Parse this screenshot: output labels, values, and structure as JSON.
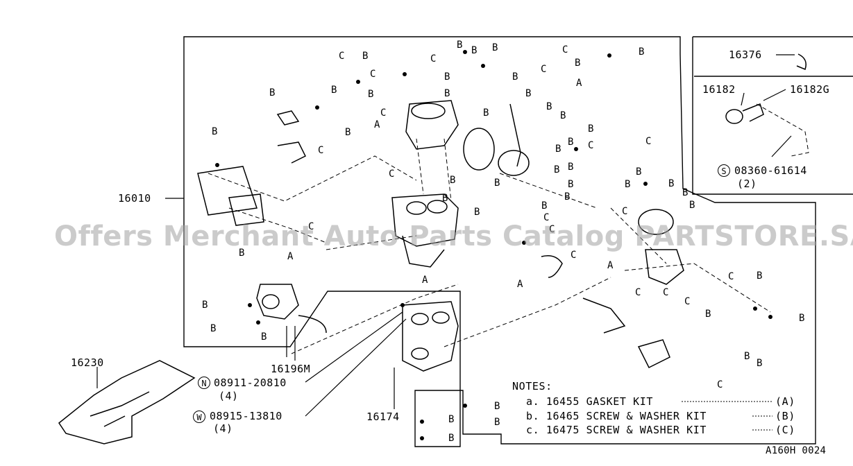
{
  "parts": {
    "p16010": "16010",
    "p16376": "16376",
    "p16182": "16182",
    "p16182g": "16182G",
    "p16230": "16230",
    "p16196m": "16196M",
    "p16174": "16174",
    "s08360": "08360-61614",
    "s08360_qty": "(2)",
    "n08911": "08911-20810",
    "n08911_qty": "(4)",
    "w08915": "08915-13810",
    "w08915_qty": "(4)"
  },
  "symbols": {
    "s": "S",
    "n": "N",
    "w": "W"
  },
  "callouts": {
    "a": "A",
    "b": "B",
    "c": "C"
  },
  "notes": {
    "title": "NOTES:",
    "a": "a. 16455 GASKET KIT",
    "a_code": "(A)",
    "b": "b. 16465 SCREW & WASHER KIT",
    "b_code": "(B)",
    "c": "c. 16475 SCREW & WASHER KIT",
    "c_code": "(C)"
  },
  "diagram_code": "A160H 0024",
  "watermark": "Offers Merchant Auto Parts Catalog PARTSTORE.SA"
}
